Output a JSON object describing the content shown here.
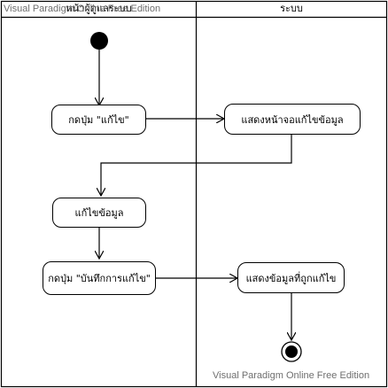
{
  "lanes": [
    {
      "title": "หน้าผู้ดูแลระบบ"
    },
    {
      "title": "ระบบ"
    }
  ],
  "watermark": "Visual Paradigm Online Free Edition",
  "actions": [
    {
      "label": "กดปุ่ม \"แก้ไข\""
    },
    {
      "label": "แสดงหน้าจอแก้ไขข้อมูล"
    },
    {
      "label": "แก้ไขข้อมูล"
    },
    {
      "label": "กดปุ่ม \"บันทึกการแก้ไข\""
    },
    {
      "label": "แสดงข้อมูลที่ถูกแก้ไข"
    }
  ],
  "colors": {
    "line": "#000000",
    "watermark": "#6f6f6f",
    "background": "#ffffff"
  }
}
